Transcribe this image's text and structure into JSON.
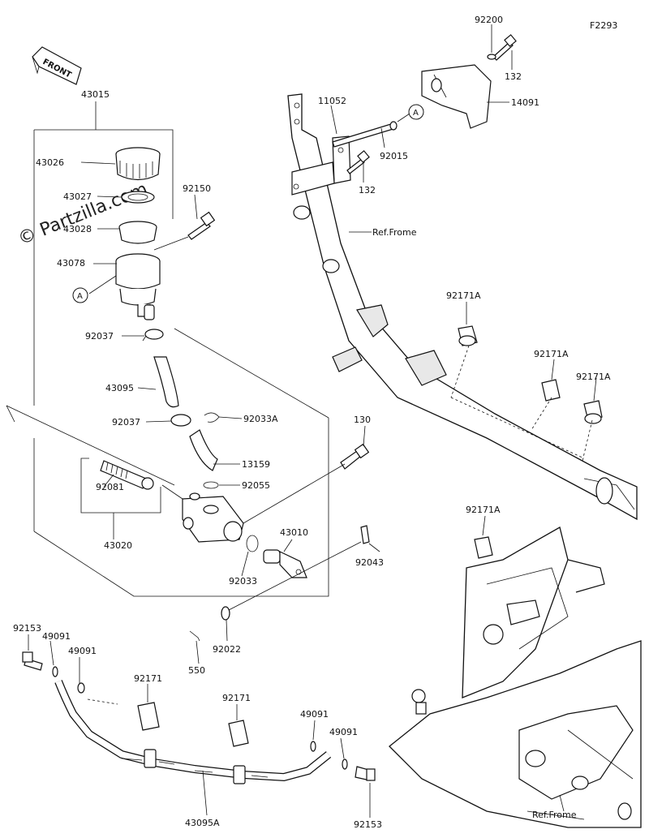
{
  "figure_code": "F2293",
  "watermark": "© Partzilla.com",
  "front_arrow_label": "FRONT",
  "ref_frame_label_1": "Ref.Frome",
  "ref_frame_label_2": "Ref.Frome",
  "callouts": {
    "c43015": "43015",
    "c43026": "43026",
    "c43027": "43027",
    "c43028": "43028",
    "c43078": "43078",
    "cA_left": "A",
    "cA_right": "A",
    "c92150": "92150",
    "c92037a": "92037",
    "c43095": "43095",
    "c92037b": "92037",
    "c92033A": "92033A",
    "c13159": "13159",
    "c92055": "92055",
    "c92081": "92081",
    "c43020": "43020",
    "c92033": "92033",
    "c130": "130",
    "c43010": "43010",
    "c92043": "92043",
    "c92022": "92022",
    "c550": "550",
    "c92153a": "92153",
    "c49091a": "49091",
    "c49091b": "49091",
    "c92171a": "92171",
    "c92171b": "92171",
    "c49091c": "49091",
    "c49091d": "49091",
    "c43095A": "43095A",
    "c92153b": "92153",
    "c92200": "92200",
    "c132a": "132",
    "c14091": "14091",
    "c11052": "11052",
    "c92015": "92015",
    "c132b": "132",
    "c92171A_1": "92171A",
    "c92171A_2": "92171A",
    "c92171A_3": "92171A",
    "c92171A_4": "92171A"
  }
}
